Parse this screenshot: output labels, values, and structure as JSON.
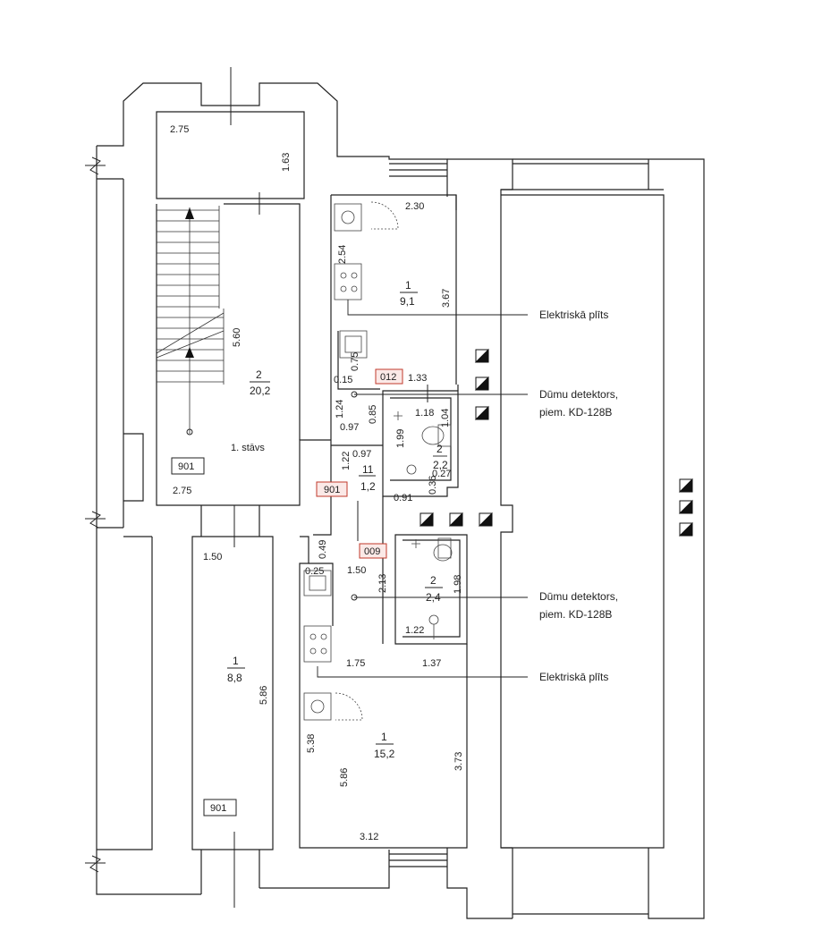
{
  "plan": {
    "dims": {
      "d_2_75_top": "2.75",
      "d_1_63": "1.63",
      "d_5_60": "5.60",
      "d_2_75_bottom": "2.75",
      "d_2_30": "2.30",
      "d_2_54": "2.54",
      "d_3_67": "3.67",
      "d_0_75": "0.75",
      "d_0_15": "0.15",
      "d_1_33": "1.33",
      "d_1_24": "1.24",
      "d_0_85": "0.85",
      "d_1_18": "1.18",
      "d_1_04": "1.04",
      "d_0_97_a": "0.97",
      "d_0_97_b": "0.97",
      "d_1_99": "1.99",
      "d_1_22_a": "1.22",
      "d_0_27": "0.27",
      "d_0_36": "0.36",
      "d_0_91": "0.91",
      "d_1_50_left": "1.50",
      "d_0_49": "0.49",
      "d_0_25": "0.25",
      "d_1_50_mid": "1.50",
      "d_2_13": "2.13",
      "d_1_98": "1.98",
      "d_1_22_b": "1.22",
      "d_1_75": "1.75",
      "d_1_37": "1.37",
      "d_5_86_left": "5.86",
      "d_5_38": "5.38",
      "d_5_86_mid": "5.86",
      "d_3_73": "3.73",
      "d_3_12": "3.12"
    },
    "rooms": {
      "stair_num": "2",
      "stair_area": "20,2",
      "stair_floor": "1. stāvs",
      "kitchen_top_num": "1",
      "kitchen_top_area": "9,1",
      "wc_top_num": "2",
      "wc_top_area": "2,2",
      "hall_num": "11",
      "hall_area": "1,2",
      "wc_bottom_num": "2",
      "wc_bottom_area": "2,4",
      "room_left_num": "1",
      "room_left_area": "8,8",
      "room_bottom_num": "1",
      "room_bottom_area": "15,2"
    },
    "tags": {
      "t901_a": "901",
      "t901_b": "901",
      "t901_c": "901",
      "t012": "012",
      "t009": "009"
    },
    "annotations": {
      "stove_1": "Elektriskā plīts",
      "smoke_1_line1": "Dūmu detektors,",
      "smoke_1_line2": "piem. KD-128B",
      "smoke_2_line1": "Dūmu detektors,",
      "smoke_2_line2": "piem. KD-128B",
      "stove_2": "Elektriskā plīts"
    },
    "colors": {
      "wall": "#222222",
      "tag_red": "#c0392b"
    }
  }
}
